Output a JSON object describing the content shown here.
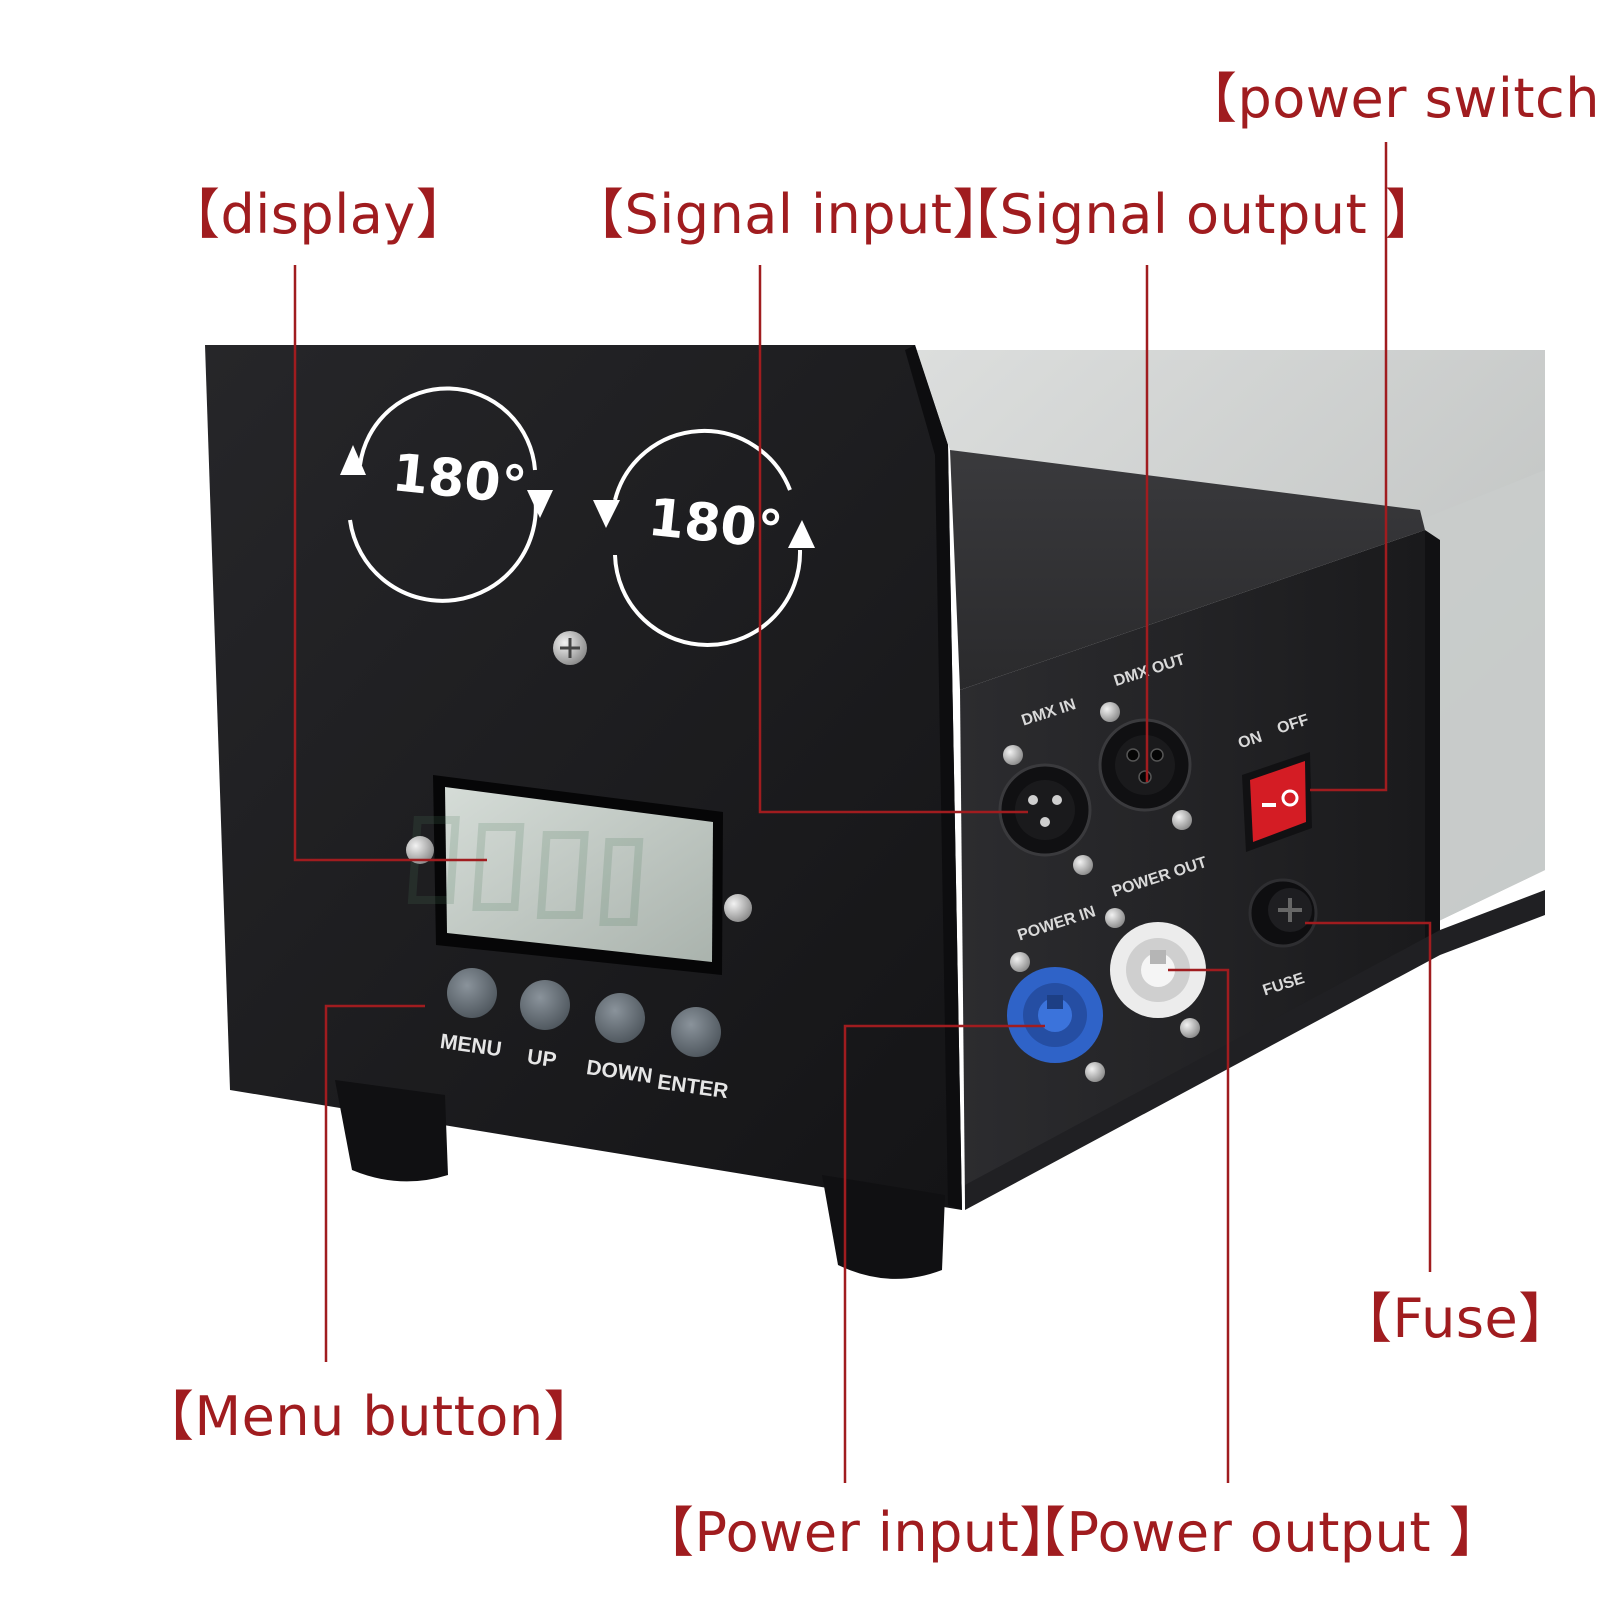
{
  "callouts": {
    "power_switch": "【power switch】",
    "display": "【display】",
    "signal_input": "【Signal input】",
    "signal_output": "【Signal output 】",
    "fuse": "【Fuse】",
    "menu_button": "【Menu button】",
    "power_input": "【Power input】",
    "power_output": "【Power output 】"
  },
  "panel": {
    "rotation_left": "180°",
    "rotation_right": "180°",
    "port_dmx_in": "DMX IN",
    "port_dmx_out": "DMX OUT",
    "port_power_in": "POWER IN",
    "port_power_out": "POWER OUT",
    "switch_on": "ON",
    "switch_off": "OFF",
    "port_fuse": "FUSE"
  },
  "buttons": {
    "menu": "MENU",
    "up": "UP",
    "down": "DOWN",
    "enter": "ENTER"
  },
  "colors": {
    "callout": "#a01c1f",
    "body": "#1c1c1e",
    "power_in": "#2f63c8",
    "power_out": "#e8e8e8",
    "switch": "#d41c24"
  }
}
